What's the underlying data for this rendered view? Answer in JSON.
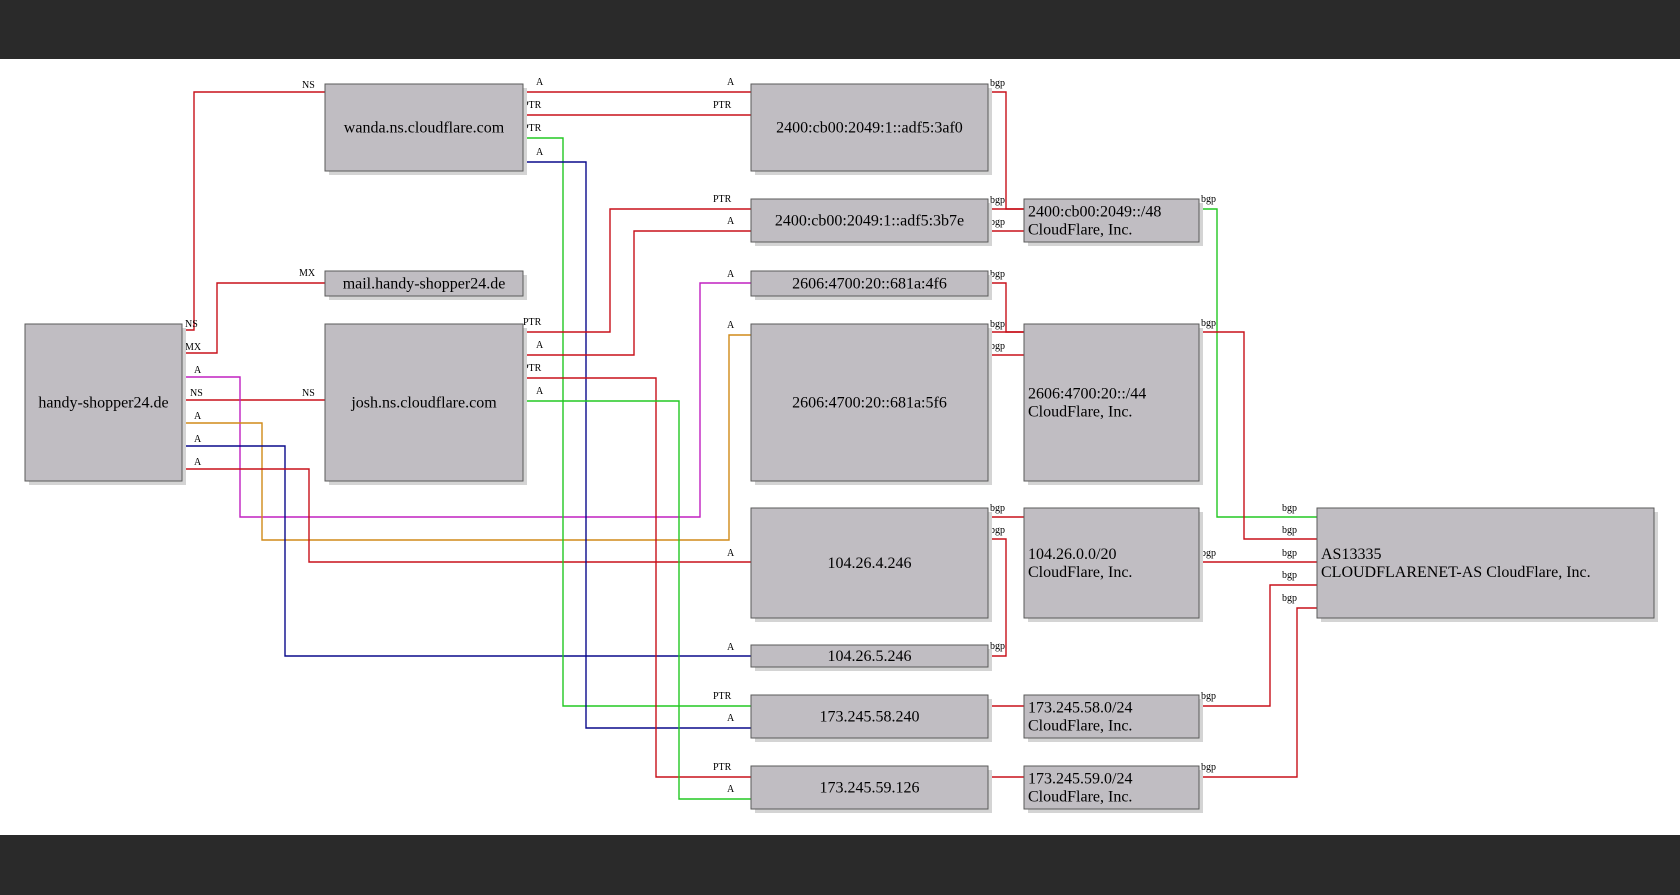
{
  "colors": {
    "node_fill": "#c0bdc2",
    "edge_red": "#c8101a",
    "edge_green": "#22c822",
    "edge_blue": "#0a0a8c",
    "edge_magenta": "#c020c0",
    "edge_orange": "#d08a18"
  },
  "nodes": {
    "domain": {
      "lines": [
        "handy-shopper24.de"
      ]
    },
    "ns_wanda": {
      "lines": [
        "wanda.ns.cloudflare.com"
      ]
    },
    "mail": {
      "lines": [
        "mail.handy-shopper24.de"
      ]
    },
    "ns_josh": {
      "lines": [
        "josh.ns.cloudflare.com"
      ]
    },
    "ip6_3af0": {
      "lines": [
        "2400:cb00:2049:1::adf5:3af0"
      ]
    },
    "ip6_3b7e": {
      "lines": [
        "2400:cb00:2049:1::adf5:3b7e"
      ]
    },
    "ip6_4f6": {
      "lines": [
        "2606:4700:20::681a:4f6"
      ]
    },
    "ip6_5f6": {
      "lines": [
        "2606:4700:20::681a:5f6"
      ]
    },
    "ip4_4246": {
      "lines": [
        "104.26.4.246"
      ]
    },
    "ip4_5246": {
      "lines": [
        "104.26.5.246"
      ]
    },
    "ip4_58240": {
      "lines": [
        "173.245.58.240"
      ]
    },
    "ip4_59126": {
      "lines": [
        "173.245.59.126"
      ]
    },
    "pfx_2400": {
      "lines": [
        "2400:cb00:2049::/48",
        "CloudFlare, Inc."
      ]
    },
    "pfx_2606": {
      "lines": [
        "2606:4700:20::/44",
        "CloudFlare, Inc."
      ]
    },
    "pfx_104": {
      "lines": [
        "104.26.0.0/20",
        "CloudFlare, Inc."
      ]
    },
    "pfx_173_58": {
      "lines": [
        "173.245.58.0/24",
        "CloudFlare, Inc."
      ]
    },
    "pfx_173_59": {
      "lines": [
        "173.245.59.0/24",
        "CloudFlare, Inc."
      ]
    },
    "as": {
      "lines": [
        "AS13335",
        "CLOUDFLARENET-AS CloudFlare, Inc."
      ]
    }
  },
  "edge_labels": {
    "ns": "NS",
    "mx": "MX",
    "a": "A",
    "ptr": "PTR",
    "bgp": "bgp"
  }
}
